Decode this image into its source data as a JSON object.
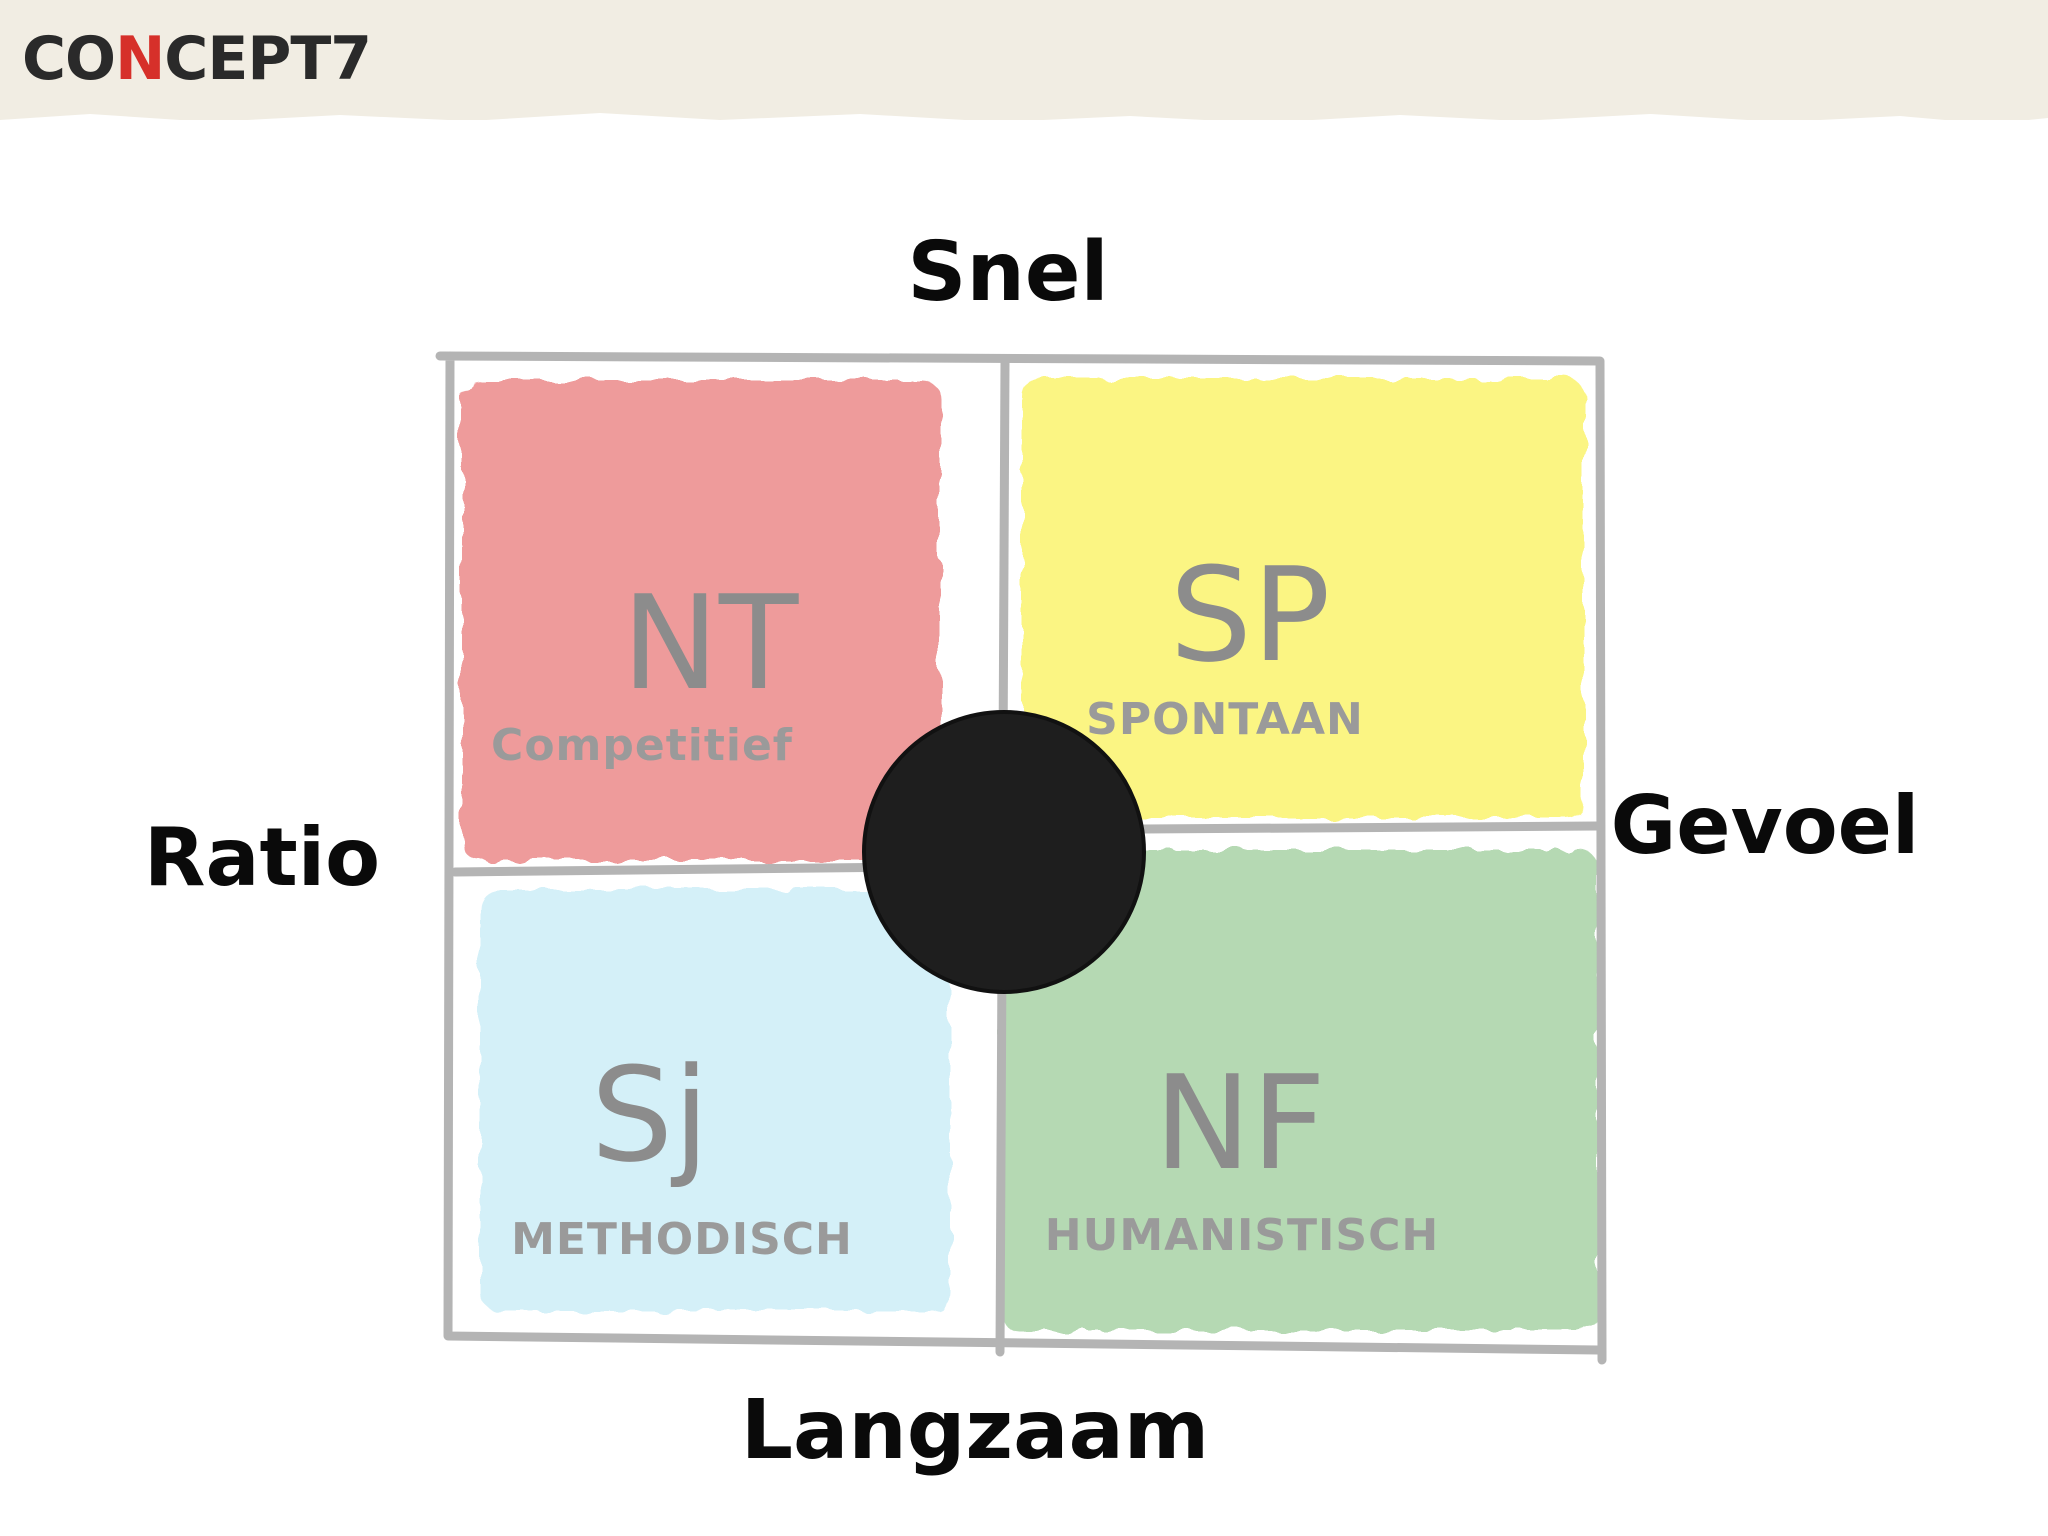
{
  "logo": {
    "text": "CONCEPT7",
    "accent_color": "#d6302a"
  },
  "axes": {
    "top": "Snel",
    "bottom": "Langzaam",
    "left": "Ratio",
    "right": "Gevoel"
  },
  "quadrants": [
    {
      "code": "NT",
      "word": "Competitief",
      "color": "#ec8a8a"
    },
    {
      "code": "SP",
      "word": "SPONTAAN",
      "color": "#fbf46e"
    },
    {
      "code": "Sj",
      "word": "METHODISCH",
      "color": "#cdeef7"
    },
    {
      "code": "NF",
      "word": "HUMANISTISCH",
      "color": "#a9d3a6"
    }
  ],
  "colors": {
    "header_background": "#f1ede3",
    "grid_line": "#b4b4b4",
    "center_marker": "#1e1e1e"
  }
}
